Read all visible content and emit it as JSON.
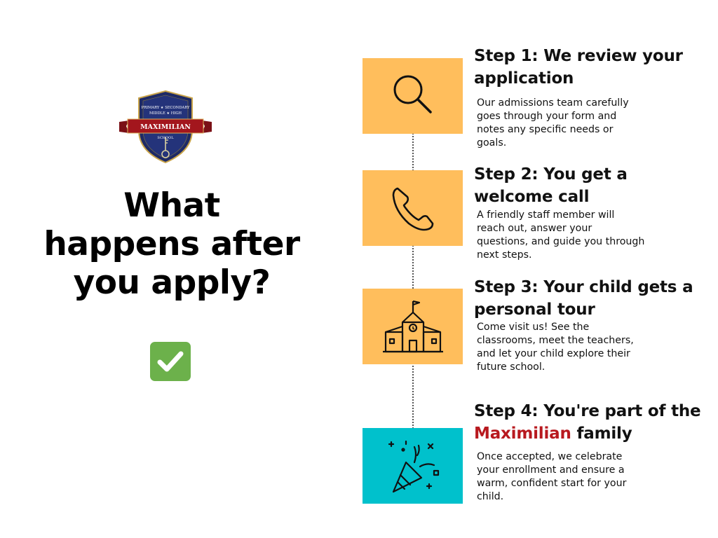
{
  "logo": {
    "top_text": "PRIMARY ★ SECONDARY",
    "middle_text": "MIDDLE ★ HIGH",
    "banner_text": "MAXIMILIAN",
    "bottom_text": "SCHOOL"
  },
  "headline": {
    "line1": "What",
    "line2": "happens after",
    "line3": "you apply?"
  },
  "check_icon": "check-mark-emoji",
  "steps": [
    {
      "title": "Step 1: We review your application",
      "description": "Our admissions team carefully goes through your form and notes any specific needs or goals.",
      "icon": "magnifying-glass-icon",
      "color": "#ffbe5c"
    },
    {
      "title": "Step 2: You get a welcome call",
      "description": "A friendly staff member will reach out, answer your questions, and guide you through next steps.",
      "icon": "phone-icon",
      "color": "#ffbe5c"
    },
    {
      "title": "Step 3: Your child gets a personal tour",
      "description": "Come visit us! See the classrooms, meet the teachers, and let your child explore their future school.",
      "icon": "school-building-icon",
      "color": "#ffbe5c"
    },
    {
      "title_prefix": "Step 4: You're part of the",
      "title_accent": "Maximilian",
      "title_suffix": " family",
      "description": "Once accepted, we celebrate your enrollment and ensure a warm, confident start for your child.",
      "icon": "party-popper-icon",
      "color": "#00c1cc"
    }
  ],
  "colors": {
    "accent_red": "#b8191f",
    "step_orange": "#ffbe5c",
    "step_teal": "#00c1cc",
    "check_green": "#6cb14b",
    "crest_navy": "#1e2a66"
  }
}
